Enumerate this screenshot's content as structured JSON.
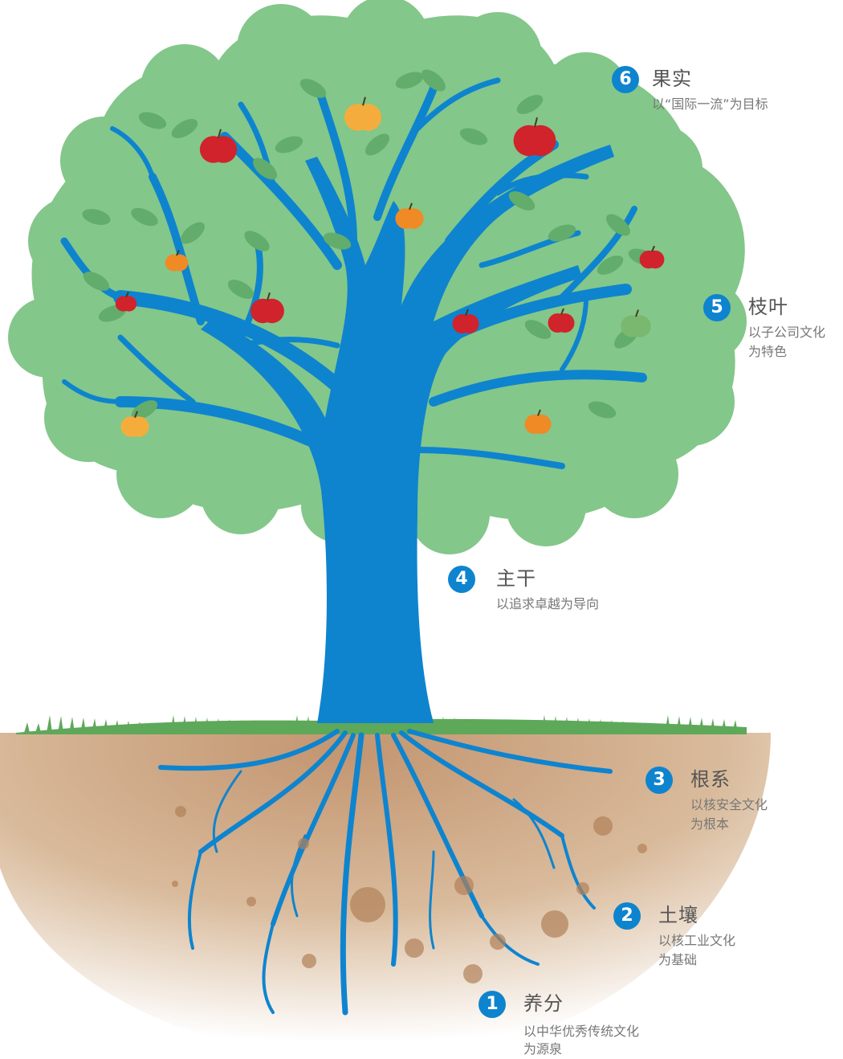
{
  "colors": {
    "foliage": "#83c78a",
    "foliage_dark": "#62ac6c",
    "trunk": "#0e84cf",
    "grass": "#5ea85a",
    "soil": "#c9a07a",
    "badge": "#0e84cf",
    "apple_red": "#d0232c",
    "apple_orange": "#f08a24",
    "apple_yellow": "#f4ad3c",
    "apple_green": "#79b86e"
  },
  "labels": [
    {
      "number": "6",
      "title": "果实",
      "desc": [
        "以“国际一流”为目标"
      ]
    },
    {
      "number": "5",
      "title": "枝叶",
      "desc": [
        "以子公司文化",
        "为特色"
      ]
    },
    {
      "number": "4",
      "title": "主干",
      "desc": [
        "以追求卓越为导向"
      ]
    },
    {
      "number": "3",
      "title": "根系",
      "desc": [
        "以核安全文化",
        "为根本"
      ]
    },
    {
      "number": "2",
      "title": "土壤",
      "desc": [
        "以核工业文化",
        "为基础"
      ]
    },
    {
      "number": "1",
      "title": "养分",
      "desc": [
        "以中华优秀传统文化",
        "为源泉"
      ]
    }
  ]
}
